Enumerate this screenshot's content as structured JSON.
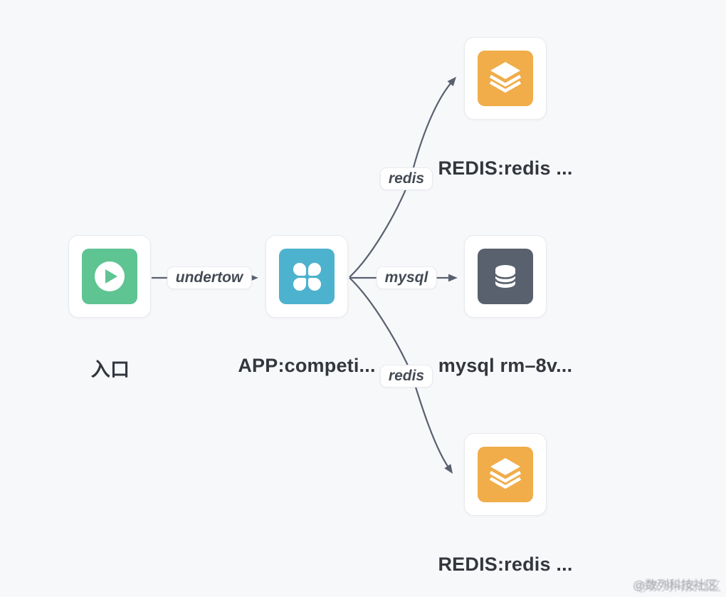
{
  "colors": {
    "background": "#f7f8fa",
    "card_border": "#e8eaee",
    "edge": "#596070",
    "label_text": "#33373d",
    "pill_text": "#454b55",
    "green": "#5ec492",
    "blue": "#4db2ce",
    "orange": "#f0ad4a",
    "dark": "#59616e",
    "watermark": "#a9acb2"
  },
  "diagram": {
    "nodes": [
      {
        "id": "entry",
        "label": "入口",
        "icon": "play-icon",
        "color": "#5ec492"
      },
      {
        "id": "app",
        "label": "APP:competi...",
        "icon": "clover-icon",
        "color": "#4db2ce"
      },
      {
        "id": "redis-top",
        "label": "REDIS:redis ...",
        "icon": "layers-icon",
        "color": "#f0ad4a"
      },
      {
        "id": "mysql",
        "label": "mysql rm–8v...",
        "icon": "database-icon",
        "color": "#59616e"
      },
      {
        "id": "redis-bottom",
        "label": "REDIS:redis ...",
        "icon": "layers-icon",
        "color": "#f0ad4a"
      }
    ],
    "edges": [
      {
        "from": "entry",
        "to": "app",
        "label": "undertow"
      },
      {
        "from": "app",
        "to": "redis-top",
        "label": "redis"
      },
      {
        "from": "app",
        "to": "mysql",
        "label": "mysql"
      },
      {
        "from": "app",
        "to": "redis-bottom",
        "label": "redis"
      }
    ],
    "watermark": "@数列科技社区"
  }
}
